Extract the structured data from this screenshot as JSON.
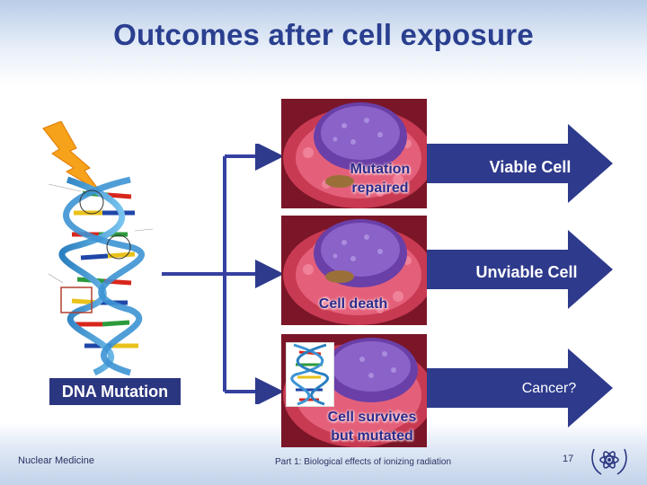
{
  "slide": {
    "title": "Outcomes after cell exposure",
    "colors": {
      "title": "#2a3f8f",
      "arrow": "#2e3a8c",
      "label_box": "#2b3680",
      "cell_label": "#2a2c8a"
    }
  },
  "left": {
    "bolt_icon": "lightning-bolt-icon",
    "dna_icon": "dna-helix-icon",
    "dna_label": "DNA Mutation"
  },
  "outcomes": [
    {
      "cell_label": "Mutation repaired",
      "cell_label_line1": "Mutation",
      "cell_label_line2": "repaired",
      "arrow_label": "Viable Cell"
    },
    {
      "cell_label": "Cell death",
      "arrow_label": "Unviable Cell"
    },
    {
      "cell_label": "Cell survives but mutated",
      "cell_label_line1": "Cell survives",
      "cell_label_line2": "but mutated",
      "arrow_label": "Cancer?"
    }
  ],
  "footer": {
    "left": "Nuclear Medicine",
    "center": "Part 1: Biological effects of ionizing radiation",
    "page_number": "17",
    "logo_icon": "iaea-atom-logo-icon"
  }
}
